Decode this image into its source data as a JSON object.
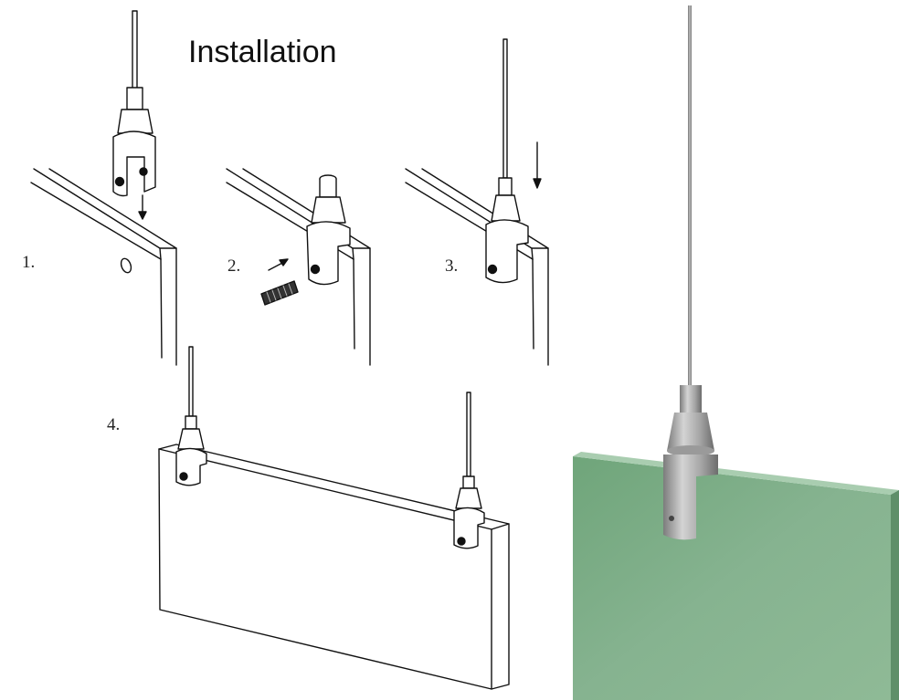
{
  "title": "Installation",
  "steps": [
    "1.",
    "2.",
    "3.",
    "4."
  ],
  "colors": {
    "line": "#111111",
    "panel_green": "#7fad88",
    "metal_light": "#c9c9c9",
    "metal_dark": "#8e8e8e"
  },
  "icons": [
    "cable-icon",
    "gripper-icon",
    "set-screw-icon",
    "arrow-down-icon",
    "arrow-right-icon"
  ]
}
